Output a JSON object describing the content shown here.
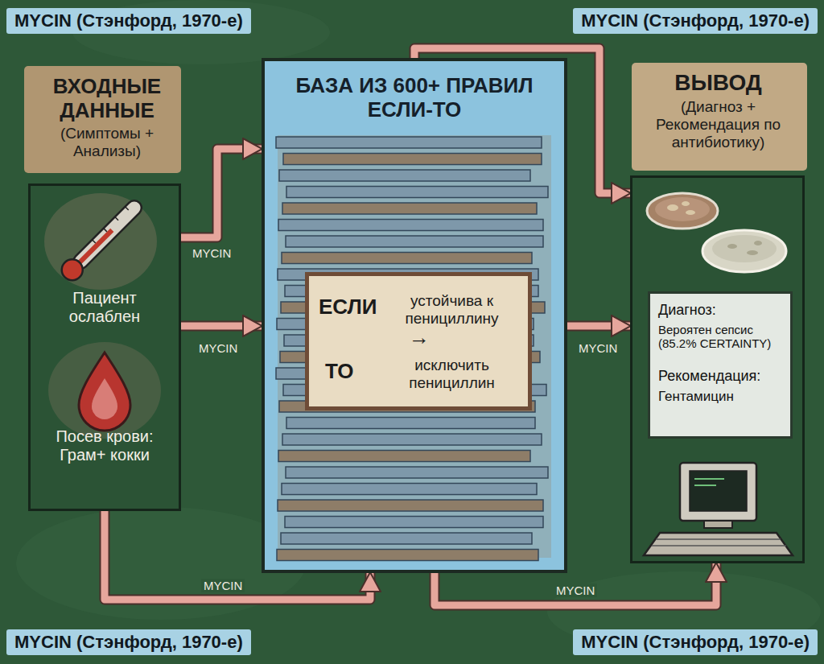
{
  "diagram": {
    "nodes": [
      {
        "text": [
          "ВХОДНЫЕ ДАННЫЕ",
          "(Симптомы + Анализы)",
          "Пациент ослаблен",
          "Посев крови: Грам+ кокки"
        ]
      },
      {
        "text": [
          "БАЗА ИЗ 600+ ПРАВИЛ ЕСЛИ-ТО"
        ]
      },
      {
        "text": [
          "ЕСЛИ",
          "устойчива к пенициллину",
          "→",
          "ТО",
          "исключить пенициллин"
        ],
        "in": 1
      },
      {
        "text": [
          "ВЫВОД",
          "(Диагноз + Рекомендация по антибиотику)"
        ]
      },
      {
        "text": [
          "Диагноз:",
          "Вероятен сепсис (85.2% CERTAINTY)",
          "Рекомендация:",
          "Гентамицин"
        ],
        "in": 3
      }
    ],
    "edges": [
      {
        "from": 0,
        "to": 1,
        "label": "MYCIN",
        "arrow": "to"
      },
      {
        "from": 0,
        "to": 1,
        "label": "MYCIN",
        "arrow": "to"
      },
      {
        "from": 0,
        "to": 1,
        "label": "MYCIN",
        "arrow": "to"
      },
      {
        "from": 1,
        "to": 3,
        "label": "MYCIN",
        "arrow": "to"
      },
      {
        "from": 1,
        "to": 3,
        "arrow": "to"
      },
      {
        "from": 1,
        "to": 3,
        "label": "MYCIN",
        "arrow": "to"
      }
    ],
    "labels": [
      "MYCIN (Стэнфорд, 1970-е)",
      "MYCIN (Стэнфорд, 1970-е)",
      "MYCIN (Стэнфорд, 1970-е)",
      "MYCIN (Стэнфорд, 1970-е)"
    ]
  }
}
